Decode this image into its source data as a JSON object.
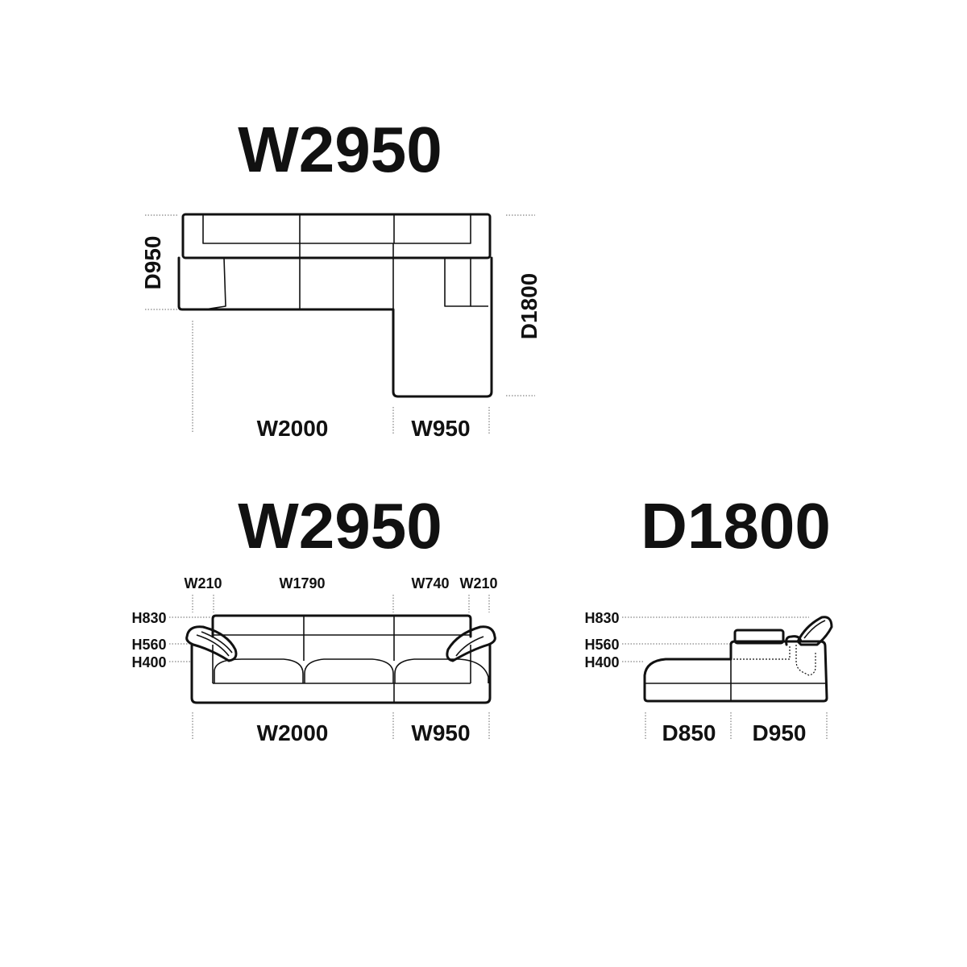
{
  "plan": {
    "title": "W2950",
    "depth_label": "D950",
    "total_depth_label": "D1800",
    "width_main_label": "W2000",
    "width_chaise_label": "W950"
  },
  "front": {
    "title": "W2950",
    "arm_left_label": "W210",
    "seat_label": "W1790",
    "back_label": "W740",
    "arm_right_label": "W210",
    "h830": "H830",
    "h560": "H560",
    "h400": "H400",
    "width_main_label": "W2000",
    "width_chaise_label": "W950"
  },
  "side": {
    "title": "D1800",
    "h830": "H830",
    "h560": "H560",
    "h400": "H400",
    "d850_label": "D850",
    "d950_label": "D950"
  }
}
